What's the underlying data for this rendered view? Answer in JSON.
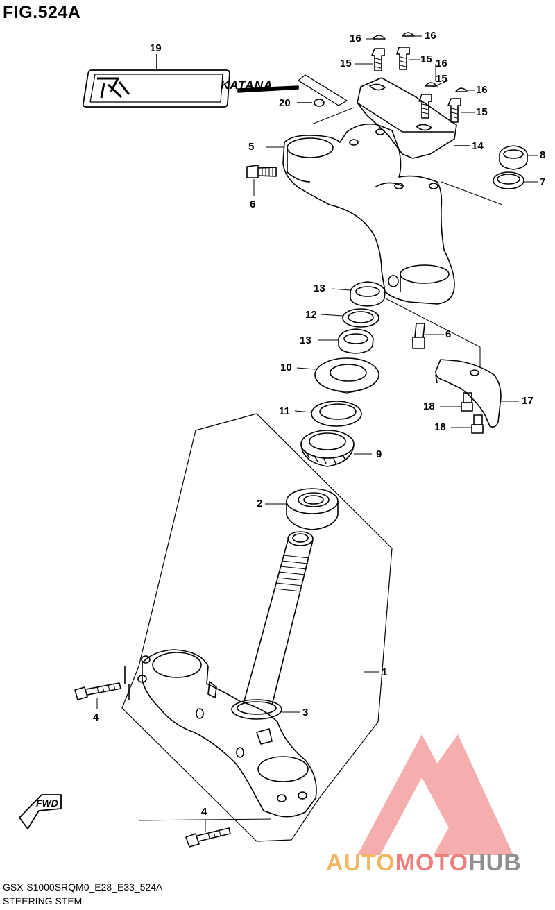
{
  "title": "FIG.524A",
  "emblem_text": "KATANA",
  "footer": {
    "code": "GSX-S1000SRQM0_E28_E33_524A",
    "name": "STEERING STEM"
  },
  "fwd_label": "FWD",
  "watermark": {
    "auto": "AUTO",
    "moto": "MOTO",
    "hub": "HUB"
  },
  "callouts": {
    "c1": "1",
    "c2": "2",
    "c3": "3",
    "c4a": "4",
    "c4b": "4",
    "c5": "5",
    "c6a": "6",
    "c6b": "6",
    "c7": "7",
    "c8": "8",
    "c9": "9",
    "c10": "10",
    "c11": "11",
    "c12": "12",
    "c13a": "13",
    "c13b": "13",
    "c14": "14",
    "c15a": "15",
    "c15b": "15",
    "c15c": "15",
    "c15d": "15",
    "c16a": "16",
    "c16b": "16",
    "c16c": "16",
    "c16d": "16",
    "c17": "17",
    "c18a": "18",
    "c18b": "18",
    "c19": "19",
    "c20": "20"
  },
  "colors": {
    "line": "#000000",
    "watermark_red": "#ee7f7f",
    "watermark_orange": "#f2b766",
    "watermark_gray": "#8f8f8f"
  }
}
